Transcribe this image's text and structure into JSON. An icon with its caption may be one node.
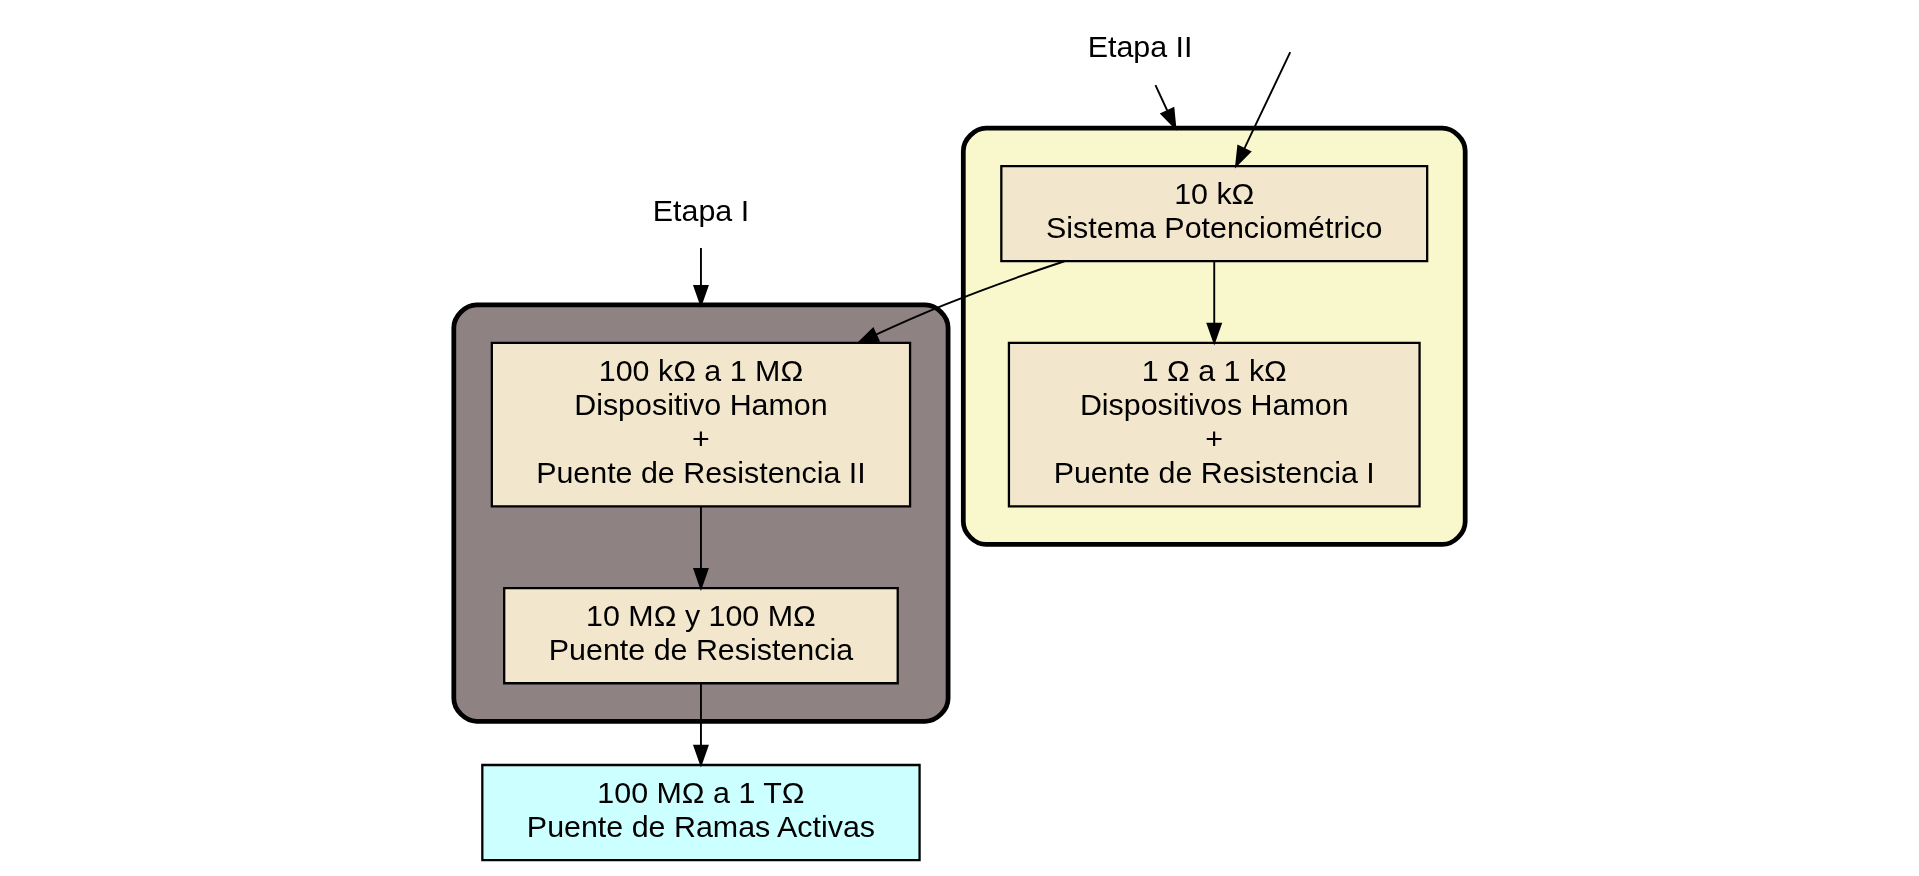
{
  "diagram": {
    "nodes": [
      {
        "text": [],
        "shape": "box"
      },
      {
        "text": [
          "10 kΩ",
          "Sistema Potenciométrico"
        ],
        "in": 0
      },
      {
        "text": [
          "1 Ω a 1 kΩ",
          "Dispositivos Hamon",
          "+",
          "Puente de Resistencia I"
        ],
        "in": 0
      },
      {
        "text": [],
        "shape": "box"
      },
      {
        "text": [
          "100 kΩ a 1 MΩ",
          "Dispositivo Hamon",
          "+",
          "Puente de Resistencia II"
        ],
        "in": 3
      },
      {
        "text": [
          "10 MΩ y 100 MΩ",
          "Puente de Resistencia"
        ],
        "in": 3
      },
      {
        "text": [
          "100 MΩ a 1 TΩ",
          "Puente de Ramas Activas"
        ]
      },
      {
        "text": [
          "Etapa II"
        ]
      },
      {
        "text": [
          "Etapa I"
        ]
      }
    ],
    "edges": [
      {
        "from": null,
        "to": 1,
        "arrow": "to"
      },
      {
        "from": 1,
        "to": 2,
        "arrow": "to"
      },
      {
        "from": 1,
        "to": 4,
        "arrow": "to"
      },
      {
        "from": 4,
        "to": 5,
        "arrow": "to"
      },
      {
        "from": 5,
        "to": 6,
        "arrow": "to"
      },
      {
        "from": 7,
        "to": 0,
        "arrow": "to"
      },
      {
        "from": 8,
        "to": 3,
        "arrow": "to"
      }
    ]
  }
}
